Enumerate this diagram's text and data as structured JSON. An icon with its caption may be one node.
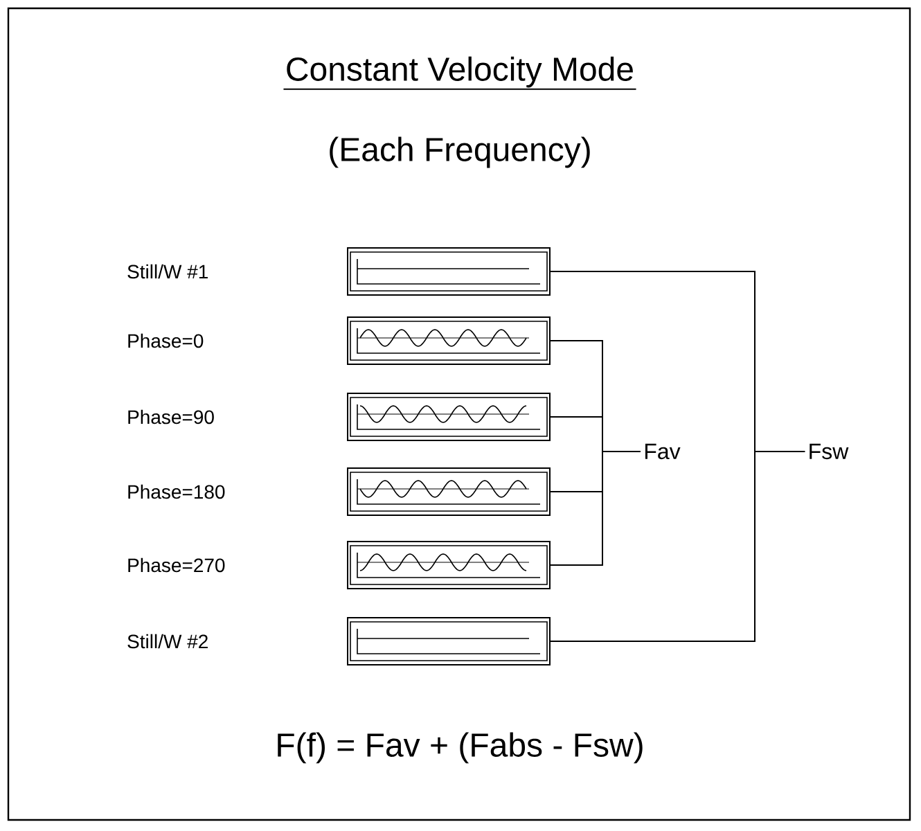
{
  "diagram": {
    "title": "Constant Velocity Mode",
    "nodes": [
      {
        "text": [],
        "shape": "box"
      },
      {
        "text": [],
        "shape": "box"
      },
      {
        "text": [],
        "shape": "box"
      },
      {
        "text": [],
        "shape": "box"
      },
      {
        "text": [],
        "shape": "box"
      },
      {
        "text": [],
        "shape": "box"
      },
      {
        "text": [
          "Fav"
        ]
      },
      {
        "text": [
          "Fsw"
        ]
      }
    ],
    "edges": [
      {
        "from": 1,
        "to": 6,
        "arrow": "none"
      },
      {
        "from": 2,
        "to": 6,
        "arrow": "none"
      },
      {
        "from": 3,
        "to": 6,
        "arrow": "none"
      },
      {
        "from": 4,
        "to": 6,
        "arrow": "none"
      },
      {
        "from": 0,
        "to": 7,
        "arrow": "none"
      },
      {
        "from": 5,
        "to": 7,
        "arrow": "none"
      }
    ],
    "labels": [
      "(Each Frequency)",
      "Still/W #1",
      "Phase=0",
      "Phase=90",
      "Phase=180",
      "Phase=270",
      "Still/W #2",
      "F(f) = Fav + (Fabs - Fsw)"
    ]
  }
}
